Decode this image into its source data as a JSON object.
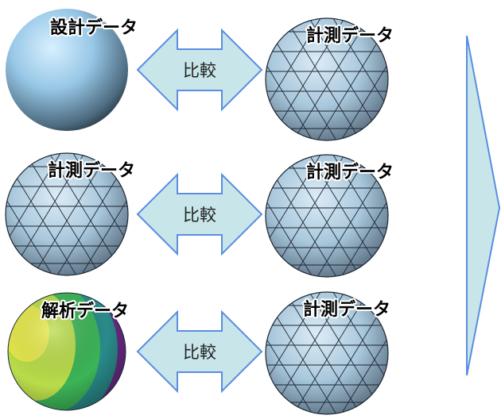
{
  "rows": [
    {
      "left": {
        "label": "設計データ",
        "kind": "smooth"
      },
      "compare_label": "比較",
      "right": {
        "label": "計測データ",
        "kind": "mesh"
      }
    },
    {
      "left": {
        "label": "計測データ",
        "kind": "mesh"
      },
      "compare_label": "比較",
      "right": {
        "label": "計測データ",
        "kind": "mesh"
      }
    },
    {
      "left": {
        "label": "解析データ",
        "kind": "heatmap"
      },
      "compare_label": "比較",
      "right": {
        "label": "計測データ",
        "kind": "mesh"
      }
    }
  ],
  "colors": {
    "arrow_fill": "#c8e6ea",
    "arrow_stroke": "#5b8de0",
    "smooth_sphere": "#8fc3e6",
    "mesh_sphere": "#a9c8dc",
    "heatmap_colors": [
      "#e6e94a",
      "#3cb457",
      "#2a8a8a",
      "#6b2a86"
    ]
  }
}
